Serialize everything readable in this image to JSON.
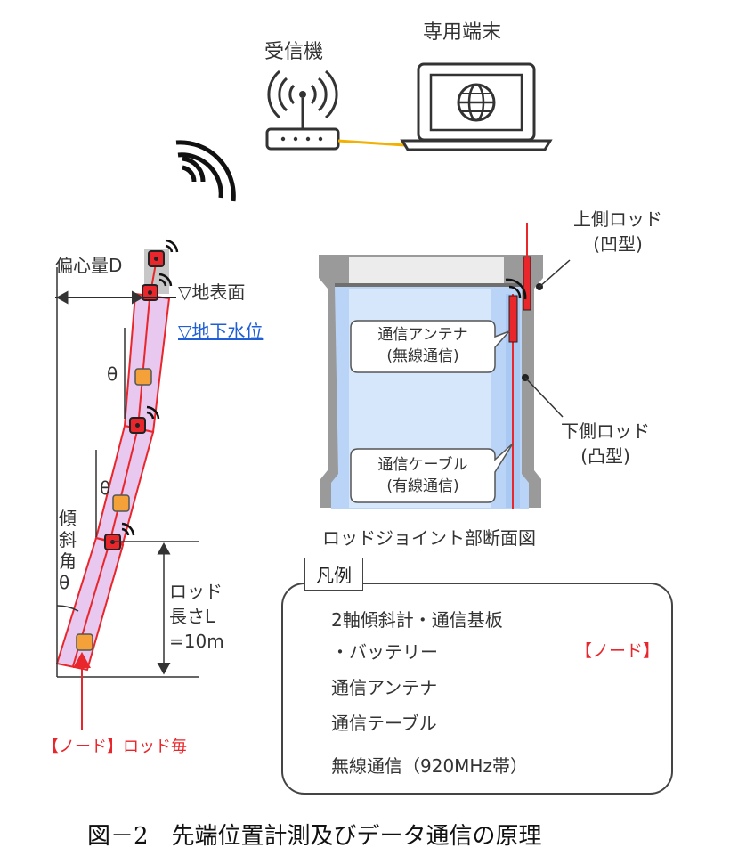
{
  "top": {
    "receiver_label": "受信機",
    "terminal_label": "専用端末"
  },
  "left": {
    "eccentricity_label": "偏心量D",
    "ground_surface_label": "▽地表面",
    "groundwater_label": "▽地下水位",
    "theta_upper": "θ",
    "theta_lower": "θ",
    "tilt_angle_label": [
      "傾",
      "斜",
      "角",
      "θ"
    ],
    "rod_length_label": [
      "ロッド",
      "長さL",
      "=10m"
    ],
    "node_per_rod_label": "【ノード】ロッド毎"
  },
  "joint": {
    "upper_rod_label": [
      "上側ロッド",
      "(凹型)"
    ],
    "lower_rod_label": [
      "下側ロッド",
      "(凸型)"
    ],
    "antenna_callout": [
      "通信アンテナ",
      "(無線通信)"
    ],
    "cable_callout": [
      "通信ケーブル",
      "(有線通信)"
    ],
    "section_title": "ロッドジョイント部断面図"
  },
  "legend": {
    "title": "凡例",
    "item_inclinometer": "2軸傾斜計・通信基板",
    "item_battery": "・バッテリー",
    "item_antenna": "通信アンテナ",
    "item_cable": "通信テーブル",
    "item_wireless": "無線通信（920MHz帯）",
    "node_bracket_label": "【ノード】"
  },
  "caption": "図－2　先端位置計測及びデータ通信の原理",
  "colors": {
    "node_orange": "#f4a13a",
    "antenna_red": "#e8262b",
    "rod_fill": "#e8c8ee",
    "water_blue": "#b9d4f7",
    "cable_red": "#e8262b",
    "steel_gray": "#9a9a9a",
    "cable_yellow": "#f2b100"
  }
}
